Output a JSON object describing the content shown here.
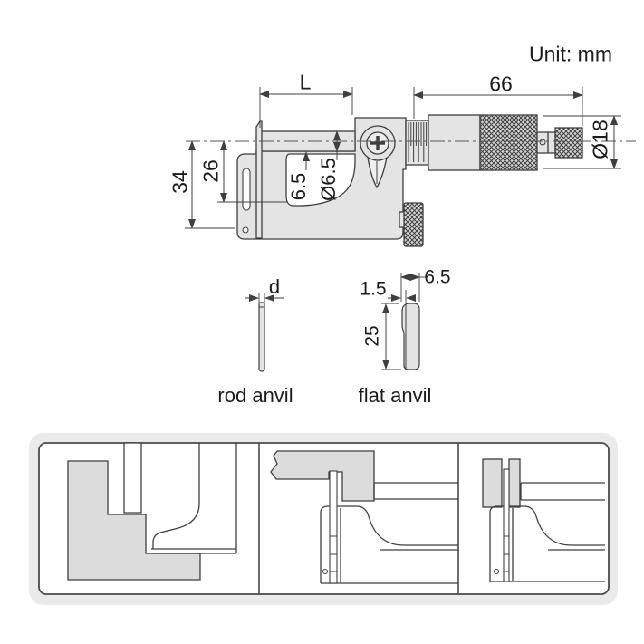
{
  "unit_label": "Unit: mm",
  "micrometer": {
    "dims": {
      "anvil_length_L": "L",
      "head_length_66": "66",
      "thimble_diameter": "Ø18",
      "frame_depth_34": "34",
      "throat_depth_26": "26",
      "anvil_offset_65": "6.5",
      "spindle_diameter": "Ø6.5"
    }
  },
  "rod_anvil": {
    "dim_diameter_d": "d",
    "caption": "rod anvil"
  },
  "flat_anvil": {
    "dim_tip_thickness": "1.5",
    "dim_width": "6.5",
    "dim_length": "25",
    "caption": "flat anvil"
  },
  "colors": {
    "outline": "#3f3f3f",
    "body_fill": "#e4e4e4",
    "workpiece_fill": "#dcdcdc",
    "panel_card_bg": "#eaeaea",
    "panel_border": "#4a4a4a"
  }
}
